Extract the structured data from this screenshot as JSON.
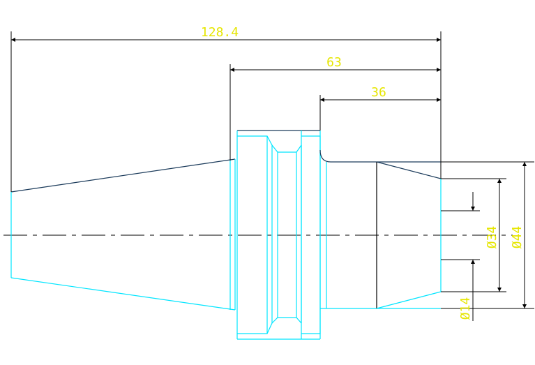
{
  "colors": {
    "background": "#ffffff",
    "outline_cyan": "#00e5ff",
    "dimension_line": "#000000",
    "dimension_text": "#e6e600",
    "taper_line": "#1a3a5a",
    "centerline": "#000000"
  },
  "dimensions": {
    "overall_length": "128.4",
    "length_63": "63",
    "length_36": "36",
    "dia_34": "Ø34",
    "dia_44": "Ø44",
    "dia_14": "Ø14"
  }
}
